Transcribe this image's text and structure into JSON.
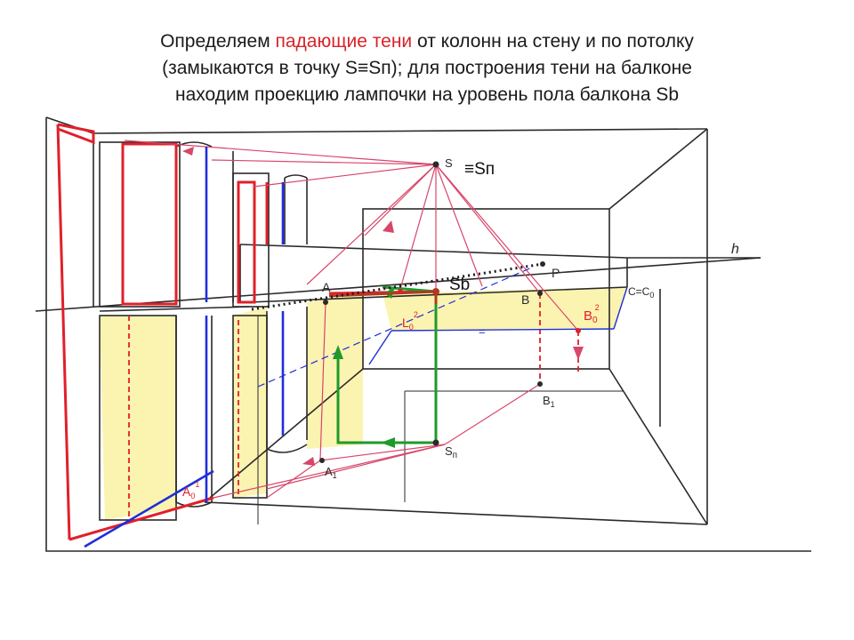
{
  "title": {
    "line1_before": "Определяем ",
    "line1_highlight": "падающие тени",
    "line1_after": " от колонн на стену и по потолку",
    "line2": "(замыкаются в точку S≡Sп); для построения тени на балконе",
    "line3": "находим проекцию лампочки на уровень пола балкона Sb"
  },
  "labels": {
    "s": "S",
    "s_sn": "≡Sп",
    "h": "h",
    "a": "A",
    "sb": "Sb",
    "p": "P",
    "c": "C=C",
    "c_sub": "0",
    "b": "B",
    "b0": "B",
    "b0_sub": "0",
    "b0_sup": "2",
    "l0": "L",
    "l0_sub": "0",
    "l0_sup": "2",
    "b1": "B",
    "b1_sub": "1",
    "sn": "S",
    "sn_sub": "п",
    "a1": "A",
    "a1_sub": "1",
    "a0": "A",
    "a0_sub": "0",
    "a0_sup": "1",
    "eq": "="
  },
  "colors": {
    "pencil": "#2a2a2a",
    "shadow_red": "#e0202a",
    "ray_pink": "#d8466a",
    "column_blue": "#1f2fd8",
    "green": "#1f9a2a",
    "shadow_fill": "#fbf3b0",
    "title_highlight": "#d8232a"
  }
}
